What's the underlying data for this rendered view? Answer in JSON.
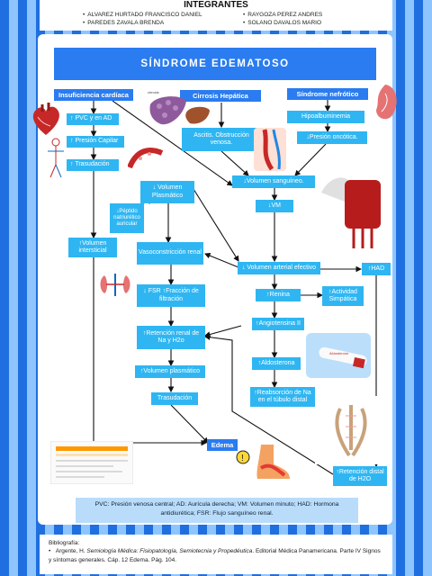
{
  "header": {
    "title": "INTEGRANTES",
    "members": [
      "ALVAREZ HURTADO FRANCISCO DANIEL",
      "PAREDES ZAVALA BRENDA",
      "RAYGOZA PEREZ ANDRES",
      "SOLANO DAVALOS MARIO"
    ]
  },
  "diagram_title": "SÍNDROME EDEMATOSO",
  "causes": {
    "cardiac": "Insuficiencia cardíaca",
    "hepatic": "Cirrosis Hepática",
    "nephrotic": "Síndrome nefrótico"
  },
  "nodes": {
    "pvc": "↑ PVC y en AD",
    "presion_capilar": "↑ Presión Capilar",
    "trasudacion1": "↑ Trasudación",
    "ascitis": "Ascitis. Obstrucción venosa.",
    "hipoalbuminemia": "Hipoalbuminemia",
    "presion_oncotica": "↓Presión oncótica.",
    "volumen_sanguineo": "↓Volumen sanguíneo.",
    "vm": "↓VM",
    "volumen_plasmatico1": "↓ Volumen Plasmático",
    "peptido": "↓Péptido natriurético auricular",
    "volumen_intersticial": "↑Volumen intersticial",
    "vasoconstriccion": "Vasoconstricción renal",
    "volumen_arterial": "↓ Volumen arterial efectivo",
    "had": "↑HAD",
    "fsr": "↓ FSR ↑Fracción de filtración",
    "renina": "↑Renina",
    "actividad_simpatica": "↑Actividad Simpática",
    "angiotensina": "↑Angiotensina II",
    "retencion_renal": "↑Retención renal de Na y H2o",
    "aldosterona": "↑Aldosterona",
    "volumen_plasmatico2": "↑Volumen plasmático",
    "reabsorcion": "↑Reabsorción de Na en el túbulo distal",
    "trasudacion2": "Trasudación",
    "edema": "Edema",
    "retencion_distal": "↑Retención distal de H2O"
  },
  "illustration_labels": {
    "liver": "cirrosis",
    "tube": "Aldosterone"
  },
  "footnote": "PVC: Presión venosa central; AD: Aurícula derecha; VM: Volumen minuto; HAD: Hormona antidiurética; FSR: Flujo sanguíneo renal.",
  "bibliography": {
    "heading": "Bibliografía:",
    "reference_prefix": "Argente, H. ",
    "reference_title": "Semiología Médica: Fisiopatología, Semiotecnia y Propedéutica",
    "reference_suffix": ". Editorial Médica Panamericana. Parte IV Signos y síntomas generales. Cáp. 12 Edema. Pág. 104."
  },
  "colors": {
    "stripe_dark": "#1f6fe0",
    "stripe_light": "#8ec5ff",
    "box": "#2fb6f2",
    "header_box": "#2a7cf0",
    "footnote_bg": "#b9dcfb"
  }
}
